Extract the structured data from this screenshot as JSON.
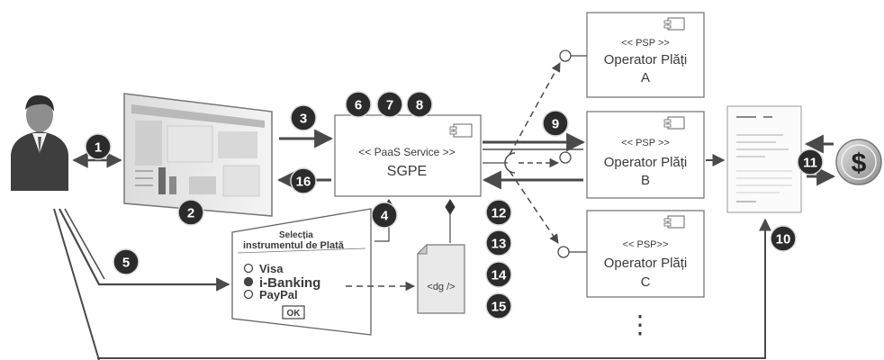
{
  "badges": [
    "1",
    "2",
    "3",
    "4",
    "5",
    "6",
    "7",
    "8",
    "9",
    "10",
    "11",
    "12",
    "13",
    "14",
    "15",
    "16"
  ],
  "sgpe": {
    "stereotype": "<< PaaS Service >>",
    "name": "SGPE"
  },
  "operators": [
    {
      "stereotype": "<< PSP >>",
      "name": "Operator Plăți",
      "letter": "A"
    },
    {
      "stereotype": "<< PSP >>",
      "name": "Operator Plăți",
      "letter": "B"
    },
    {
      "stereotype": "<< PSP>>",
      "name": "Operator Plăți",
      "letter": "C"
    }
  ],
  "selection_panel": {
    "title_line1": "Selecția",
    "title_line2": "instrumentul de Plată",
    "options": [
      "Visa",
      "i-Banking",
      "PayPal"
    ],
    "selected_option": "i-Banking",
    "ok_label": "OK"
  },
  "document_label": "<dg />",
  "continuation": "⋮",
  "icons": {
    "user": "user-icon",
    "dollar": "dollar-coin-icon",
    "component": "component-icon",
    "web_page": "web-page-icon",
    "receipt": "receipt-document-icon"
  },
  "colors": {
    "badge": "#2b2b2b",
    "arrow": "#4a4a4a",
    "box_stroke": "#6e6e6e",
    "coin": "#b8b8b8"
  }
}
